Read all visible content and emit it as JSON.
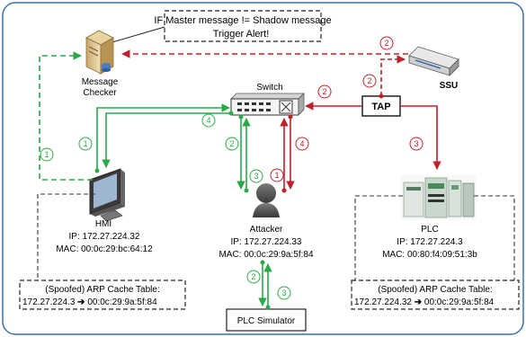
{
  "alert_box": {
    "line1": "IF Master message != Shadow message",
    "line2": "Trigger Alert!"
  },
  "nodes": {
    "message_checker": {
      "line1": "Message",
      "line2": "Checker"
    },
    "switch": {
      "label": "Switch"
    },
    "tap": {
      "label": "TAP"
    },
    "ssu": {
      "label": "SSU"
    },
    "hmi": {
      "name": "HMI",
      "ip": "IP: 172.27.224.32",
      "mac": "MAC: 00:0c:29:bc:64:12"
    },
    "attacker": {
      "name": "Attacker",
      "ip": "IP: 172.27.224.33",
      "mac": "MAC: 00:0c:29:9a:5f:84"
    },
    "plc": {
      "name": "PLC",
      "ip": "IP: 172.27.224.3",
      "mac": "MAC: 00:80:f4:09:51:3b"
    },
    "plc_simulator": {
      "label": "PLC Simulator"
    }
  },
  "arp_tables": {
    "left": {
      "title": "(Spoofed) ARP Cache Table:",
      "ip": "172.27.224.3",
      "arrow": "➔",
      "mac": "00:0c:29:9a:5f:84"
    },
    "right": {
      "title": "(Spoofed) ARP Cache Table:",
      "ip": "172.27.224.32",
      "arrow": "➔",
      "mac": "00:0c:29:9a:5f:84"
    }
  },
  "steps": {
    "green_hmi_checker": "1",
    "green_hmi_switch": "1",
    "green_switch_hmi": "4",
    "green_switch_attacker": "2",
    "green_attacker_switch": "3",
    "green_attacker_sim": "2",
    "green_sim_attacker": "3",
    "red_attacker_switch": "1",
    "red_switch_attacker": "4",
    "red_tap_switch": "2",
    "red_tap_ssu": "2",
    "red_ssu_checker": "2",
    "red_tap_plc": "3"
  },
  "colors": {
    "green": "#2aa84a",
    "red": "#c0202a",
    "frame": "#3d6fb0",
    "dash": "#333333"
  }
}
